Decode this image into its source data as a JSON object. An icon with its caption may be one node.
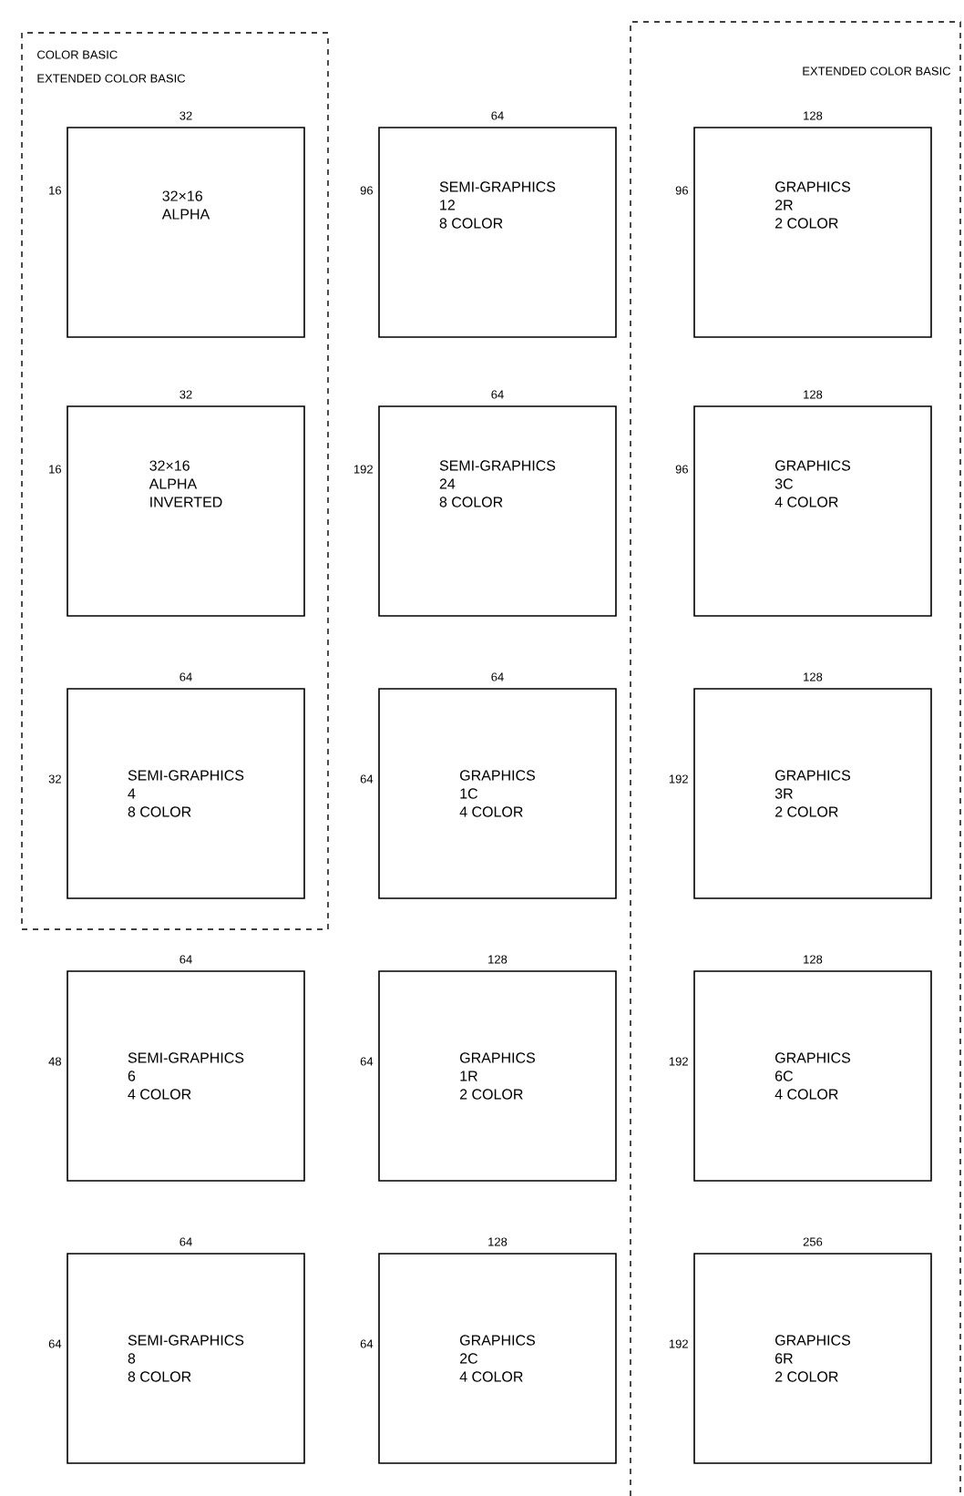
{
  "diagram": {
    "nodes": [
      {
        "text": [
          "COLOR BASIC",
          "EXTENDED COLOR BASIC"
        ]
      },
      {
        "text": [
          "EXTENDED COLOR BASIC"
        ]
      },
      {
        "text": [
          "32×16",
          "ALPHA"
        ],
        "beside": [
          "32",
          "16"
        ],
        "in": 0
      },
      {
        "text": [
          "SEMI-GRAPHICS",
          "12",
          "8 COLOR"
        ],
        "beside": [
          "64",
          "96"
        ]
      },
      {
        "text": [
          "GRAPHICS",
          "2R",
          "2 COLOR"
        ],
        "beside": [
          "128",
          "96"
        ],
        "in": 1
      },
      {
        "text": [
          "32×16",
          "ALPHA",
          "INVERTED"
        ],
        "beside": [
          "32",
          "16"
        ],
        "in": 0
      },
      {
        "text": [
          "SEMI-GRAPHICS",
          "24",
          "8 COLOR"
        ],
        "beside": [
          "64",
          "192"
        ]
      },
      {
        "text": [
          "GRAPHICS",
          "3C",
          "4 COLOR"
        ],
        "beside": [
          "128",
          "96"
        ],
        "in": 1
      },
      {
        "text": [
          "SEMI-GRAPHICS",
          "4",
          "8 COLOR"
        ],
        "beside": [
          "64",
          "32"
        ],
        "in": 0
      },
      {
        "text": [
          "GRAPHICS",
          "1C",
          "4 COLOR"
        ],
        "beside": [
          "64",
          "64"
        ]
      },
      {
        "text": [
          "GRAPHICS",
          "3R",
          "2 COLOR"
        ],
        "beside": [
          "128",
          "192"
        ],
        "in": 1
      },
      {
        "text": [
          "SEMI-GRAPHICS",
          "6",
          "4 COLOR"
        ],
        "beside": [
          "64",
          "48"
        ]
      },
      {
        "text": [
          "GRAPHICS",
          "1R",
          "2 COLOR"
        ],
        "beside": [
          "128",
          "64"
        ]
      },
      {
        "text": [
          "GRAPHICS",
          "6C",
          "4 COLOR"
        ],
        "beside": [
          "128",
          "192"
        ],
        "in": 1
      },
      {
        "text": [
          "SEMI-GRAPHICS",
          "8",
          "8 COLOR"
        ],
        "beside": [
          "64",
          "64"
        ]
      },
      {
        "text": [
          "GRAPHICS",
          "2C",
          "4 COLOR"
        ],
        "beside": [
          "128",
          "64"
        ]
      },
      {
        "text": [
          "GRAPHICS",
          "6R",
          "2 COLOR"
        ],
        "beside": [
          "256",
          "192"
        ],
        "in": 1
      }
    ]
  }
}
